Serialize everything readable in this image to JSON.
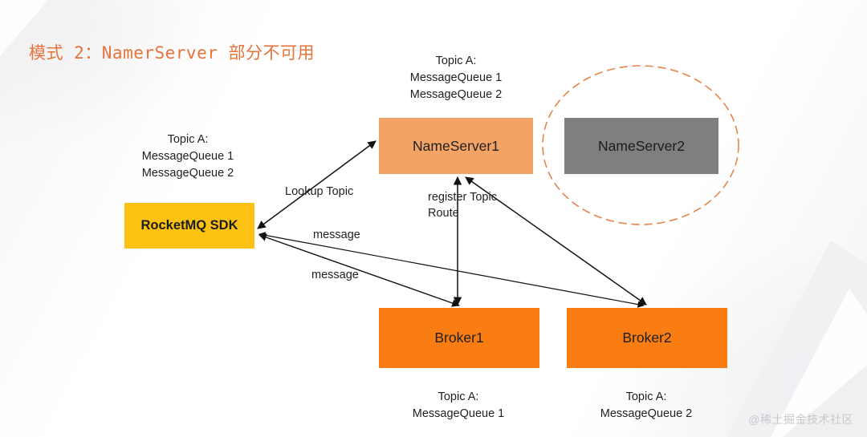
{
  "slide": {
    "title": "模式 2：NamerServer 部分不可用",
    "title_color": "#e8723a",
    "watermark": "@稀土掘金技术社区",
    "background": "#ffffff"
  },
  "nodes": {
    "nameserver1": {
      "label": "NameServer1",
      "color": "#f2a365"
    },
    "nameserver2": {
      "label": "NameServer2",
      "color": "#7f7f7f"
    },
    "sdk": {
      "label": "RocketMQ SDK",
      "color": "#fcc211"
    },
    "broker1": {
      "label": "Broker1",
      "color": "#f97d12"
    },
    "broker2": {
      "label": "Broker2",
      "color": "#f97d12"
    }
  },
  "captions": {
    "nameserver1_top": "Topic A:\nMessageQueue 1\nMessageQueue 2",
    "sdk_top": "Topic A:\nMessageQueue 1\nMessageQueue 2",
    "broker1_bottom": "Topic A:\nMessageQueue 1",
    "broker2_bottom": "Topic A:\nMessageQueue 2"
  },
  "edge_labels": {
    "lookup_topic": "Lookup Topic",
    "register_topic_route": "register Topic\nRoute",
    "message_broker1": "message",
    "message_broker2": "message"
  },
  "highlight": {
    "shape": "dashed-ellipse",
    "color": "#e8834a",
    "target": "NameServer2"
  }
}
